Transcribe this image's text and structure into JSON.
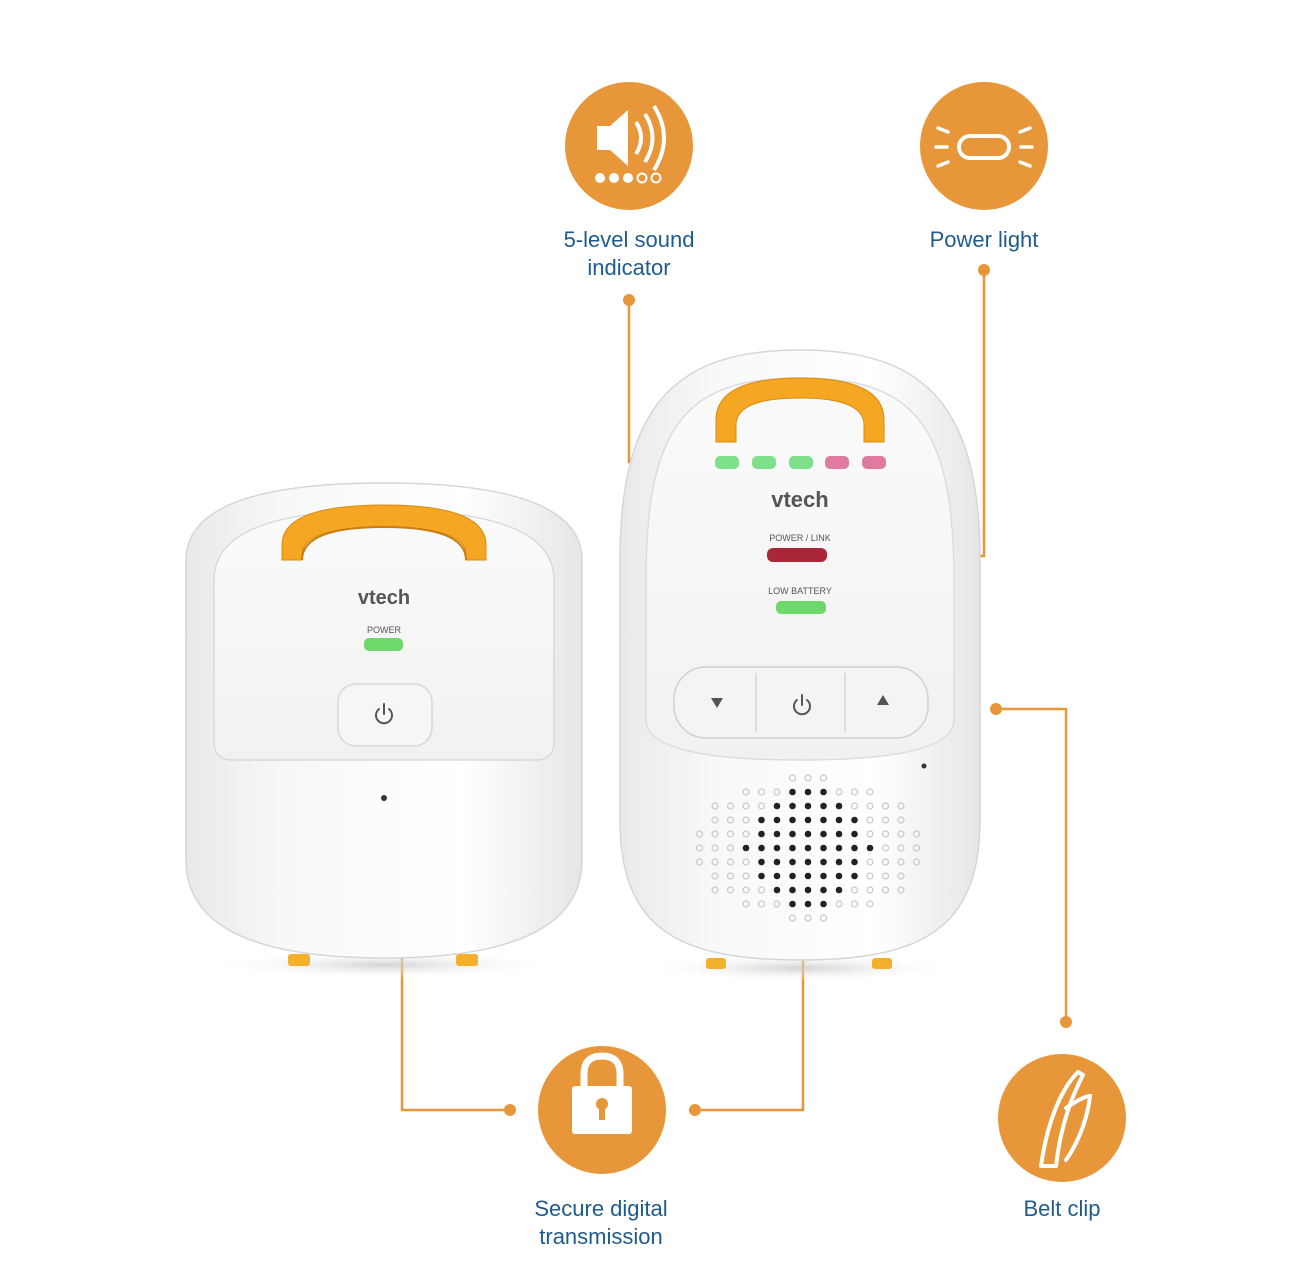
{
  "callouts": {
    "sound": {
      "line1": "5-level sound",
      "line2": "indicator",
      "icon": "speaker-volume-icon"
    },
    "power_light": {
      "line1": "Power light",
      "icon": "power-light-icon"
    },
    "secure": {
      "line1": "Secure digital",
      "line2": "transmission",
      "icon": "padlock-icon"
    },
    "belt_clip": {
      "line1": "Belt clip",
      "icon": "belt-clip-icon"
    }
  },
  "baby_unit": {
    "brand": "vtech",
    "power_label": "POWER"
  },
  "parent_unit": {
    "brand": "vtech",
    "power_link_label": "POWER / LINK",
    "low_battery_label": "LOW BATTERY"
  },
  "colors": {
    "accent_orange": "#e8963a",
    "label_blue": "#1f5b8f",
    "led_green": "#6fd86a",
    "led_red": "#a8283a",
    "led_pink": "#e07aa0"
  }
}
